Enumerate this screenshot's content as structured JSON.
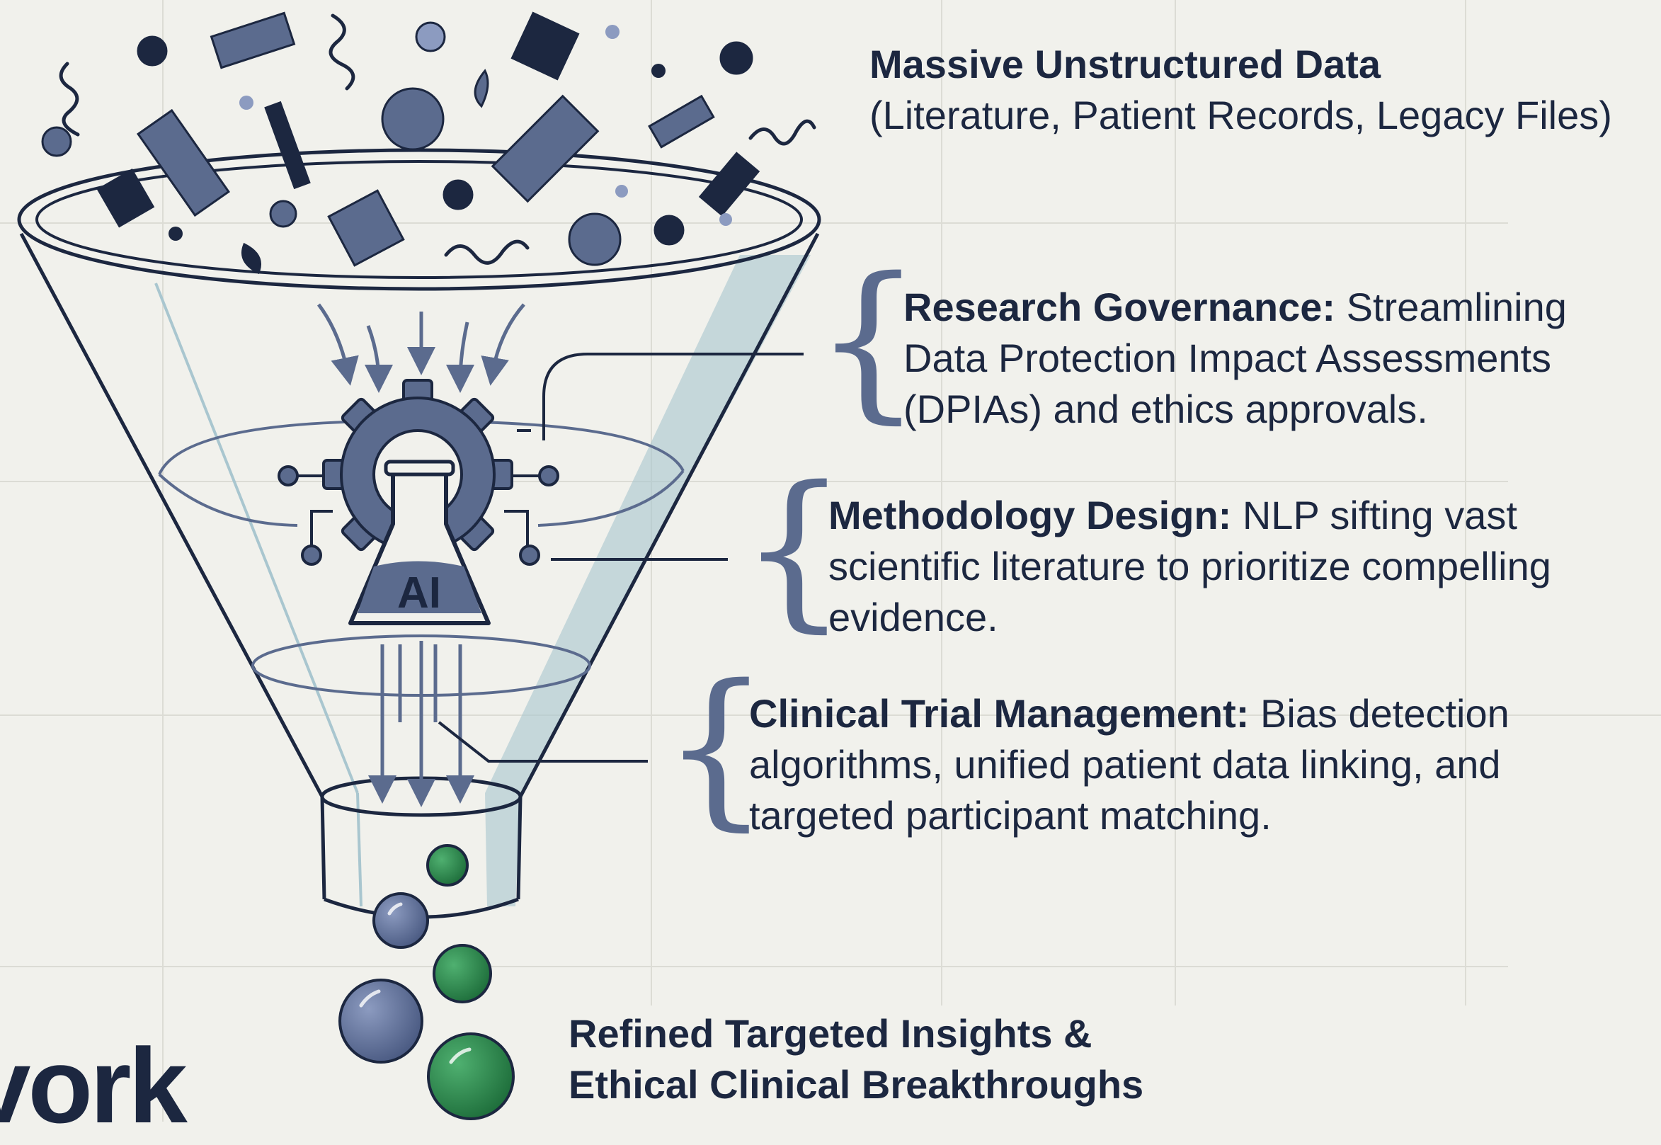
{
  "input": {
    "title": "Massive Unstructured Data",
    "subtitle": "(Literature, Patient Records, Legacy Files)"
  },
  "stages": [
    {
      "heading": "Research Governance:",
      "text": "Streamlining Data Protection Impact Assessments (DPIAs) and ethics approvals."
    },
    {
      "heading": "Methodology Design:",
      "text": "NLP sifting vast scientific literature to prioritize compelling evidence."
    },
    {
      "heading": "Clinical Trial Management:",
      "text": "Bias detection algorithms, unified patient data linking, and targeted participant matching."
    }
  ],
  "core": {
    "label": "AI"
  },
  "output": {
    "line1": "Refined Targeted Insights &",
    "line2": "Ethical Clinical Breakthroughs"
  },
  "partial_title": "vork",
  "colors": {
    "background": "#f1f1ec",
    "navy": "#1c2740",
    "slate": "#5b6b8e",
    "teal_glass": "#a9c6cf",
    "green": "#2f8a4f"
  },
  "icons": [
    "funnel-icon",
    "gear-icon",
    "flask-icon",
    "circuit-node-icon",
    "arrow-down-icon",
    "brace-icon",
    "data-sphere-icon"
  ]
}
